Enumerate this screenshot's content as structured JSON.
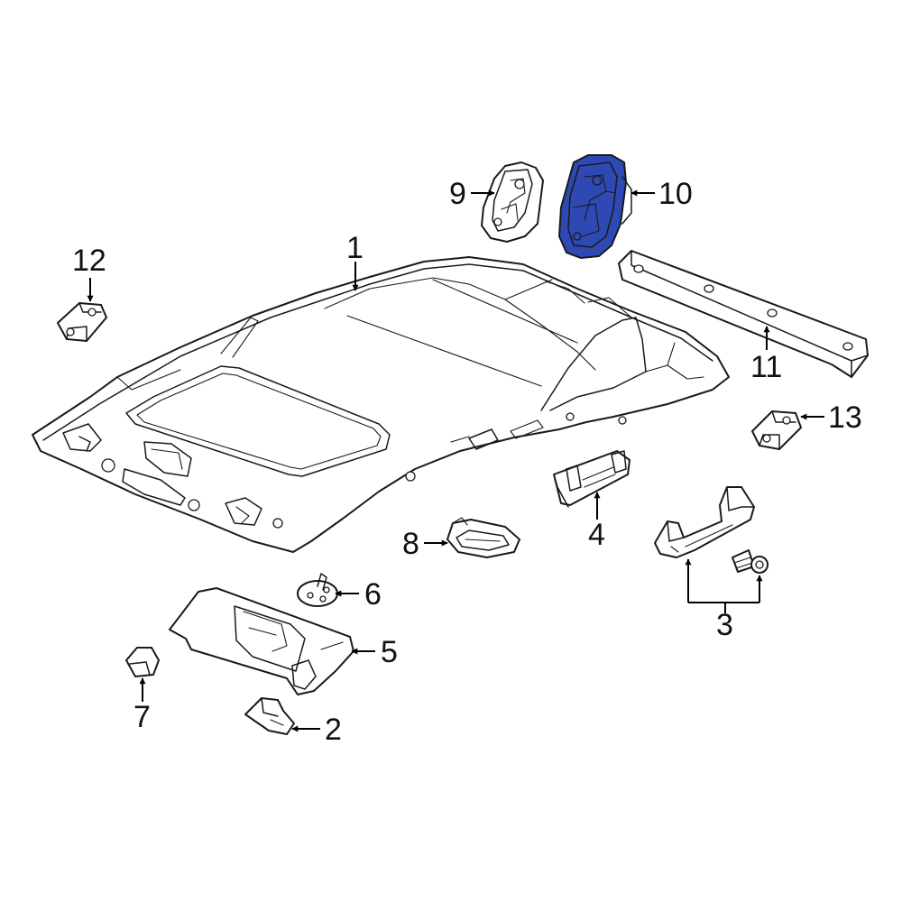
{
  "diagram": {
    "highlight_color": "#2e49b4",
    "highlighted_part": "10",
    "callouts": {
      "c1": "1",
      "c2": "2",
      "c3": "3",
      "c4": "4",
      "c5": "5",
      "c6": "6",
      "c7": "7",
      "c8": "8",
      "c9": "9",
      "c10": "10",
      "c11": "11",
      "c12": "12",
      "c13": "13"
    }
  }
}
